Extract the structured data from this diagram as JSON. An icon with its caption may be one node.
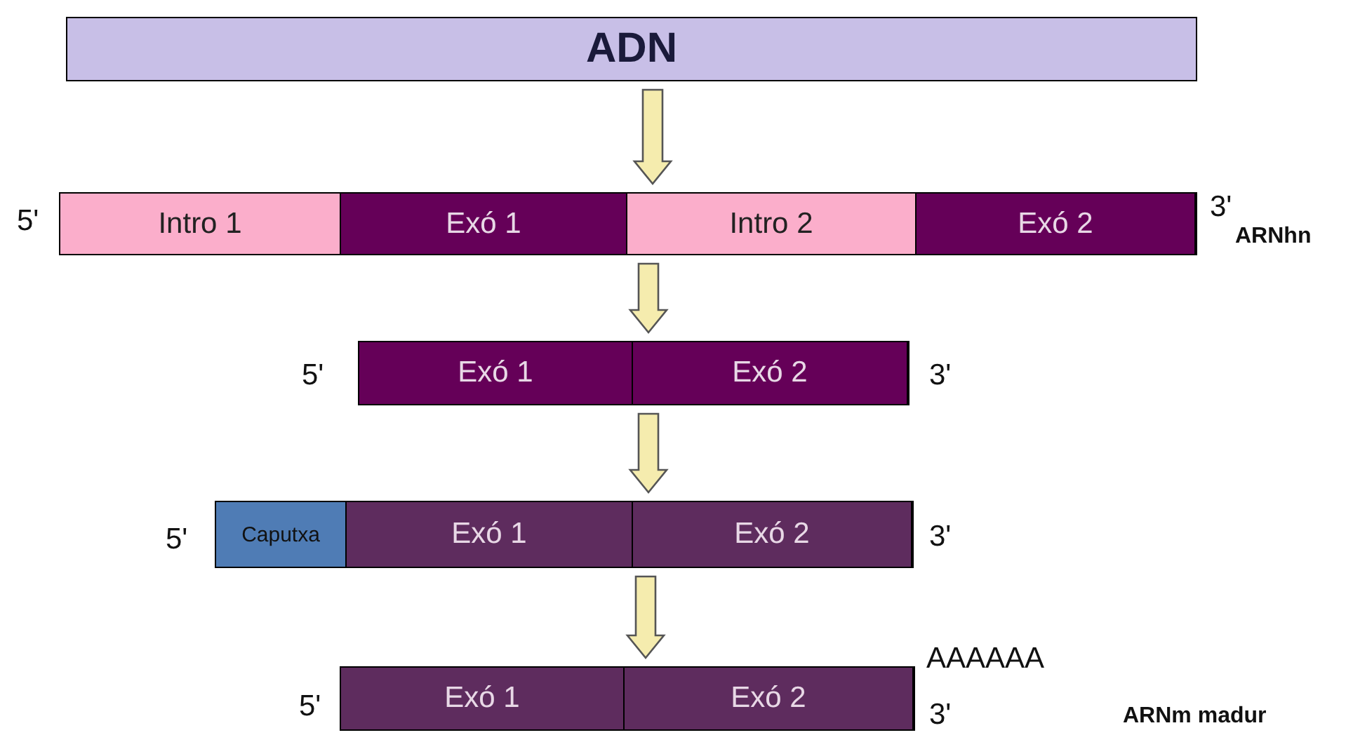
{
  "diagram": {
    "nodes": [
      {
        "text": [
          "ADN"
        ]
      },
      {
        "text": [],
        "shape": "bar",
        "beside": [
          "5'",
          "3'",
          "ARNhn"
        ]
      },
      {
        "text": [
          "Intro 1"
        ],
        "in": 1
      },
      {
        "text": [
          "Exó 1"
        ],
        "in": 1
      },
      {
        "text": [
          "Intro 2"
        ],
        "in": 1
      },
      {
        "text": [
          "Exó 2"
        ],
        "in": 1
      },
      {
        "text": [],
        "shape": "bar",
        "beside": [
          "5'",
          "3'"
        ]
      },
      {
        "text": [
          "Exó 1"
        ],
        "in": 6
      },
      {
        "text": [
          "Exó 2"
        ],
        "in": 6
      },
      {
        "text": [],
        "shape": "bar",
        "beside": [
          "5'",
          "3'"
        ]
      },
      {
        "text": [
          "Caputxa"
        ],
        "in": 9
      },
      {
        "text": [
          "Exó 1"
        ],
        "in": 9
      },
      {
        "text": [
          "Exó 2"
        ],
        "in": 9
      },
      {
        "text": [],
        "shape": "bar",
        "beside": [
          "5'",
          "AAAAAA",
          "3'",
          "ARNm madur"
        ]
      },
      {
        "text": [
          "Exó 1"
        ],
        "in": 13
      },
      {
        "text": [
          "Exó 2"
        ],
        "in": 13
      }
    ],
    "edges": [
      {
        "from": 0,
        "to": 1,
        "arrow": "to"
      },
      {
        "from": 1,
        "to": 6,
        "arrow": "to"
      },
      {
        "from": 6,
        "to": 9,
        "arrow": "to"
      },
      {
        "from": 9,
        "to": 13,
        "arrow": "to"
      }
    ]
  }
}
